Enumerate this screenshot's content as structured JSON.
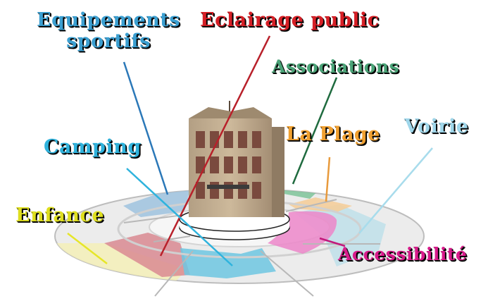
{
  "topics": [
    {
      "key": "equipements",
      "label_line1": "Equipements",
      "label_line2": "sportifs",
      "color": "#3b9fd1",
      "segment_color": "#9fc3df",
      "line_color": "#2b78b8"
    },
    {
      "key": "eclairage",
      "label": "Eclairage public",
      "color": "#d61f26",
      "segment_color": "#d98a92",
      "line_color": "#b8202a"
    },
    {
      "key": "associations",
      "label": "Associations",
      "color": "#4aa377",
      "segment_color": "#7fc49a",
      "line_color": "#1f6b3f"
    },
    {
      "key": "plage",
      "label": "La Plage",
      "color": "#f0a030",
      "segment_color": "#f6cc96",
      "line_color": "#e89a3c"
    },
    {
      "key": "voirie",
      "label": "Voirie",
      "color": "#9fd6ea",
      "segment_color": "#bfe0ea",
      "line_color": "#a8dcec"
    },
    {
      "key": "camping",
      "label": "Camping",
      "color": "#2fb2dc",
      "segment_color": "#6fc7e2",
      "line_color": "#2fb3dd"
    },
    {
      "key": "enfance",
      "label": "Enfance",
      "color": "#dede1e",
      "segment_color": "#f4f0b8",
      "line_color": "#e6e628"
    },
    {
      "key": "accessibilite",
      "label": "Accessibilité",
      "color": "#d81b8b",
      "segment_color": "#ec86c9",
      "line_color": "#c21a7c"
    }
  ],
  "building": {
    "icon": "town-hall-icon"
  }
}
